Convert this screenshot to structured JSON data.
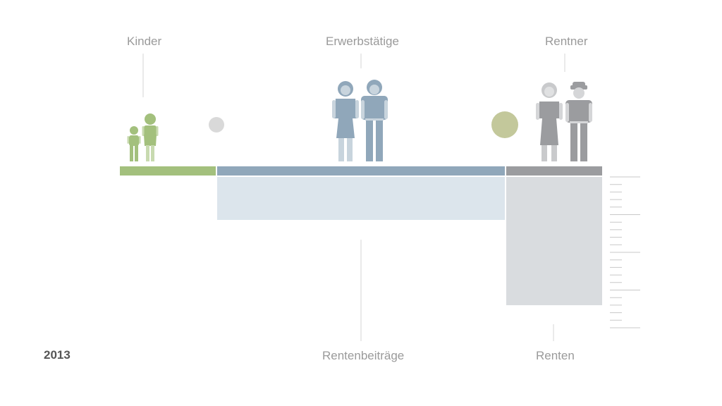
{
  "year": "2013",
  "groups": {
    "kinder": "Kinder",
    "erwerbstaetige": "Erwerbstätige",
    "rentner": "Rentner"
  },
  "flows": {
    "beitraege": "Rentenbeiträge",
    "renten": "Renten"
  },
  "colors": {
    "kinder": "#a3c07d",
    "erwerbstaetige": "#90a7ba",
    "rentner": "#9b9c9f",
    "beitraege_fill": "#dce5ec",
    "renten_fill": "#d9dcdf",
    "guide": "#d5d5d5",
    "coin_small": "#d9d9d9",
    "coin_large": "#c3c89b"
  },
  "icons": [
    "child-icon",
    "woman-icon",
    "man-icon",
    "old-woman-icon",
    "old-man-icon",
    "coin-icon"
  ]
}
